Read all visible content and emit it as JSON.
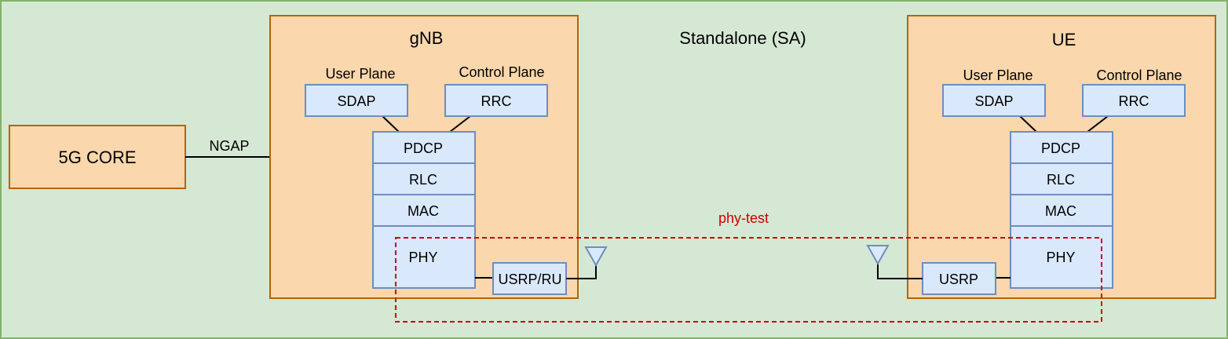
{
  "title": "Standalone (SA)",
  "colors": {
    "background": "#d5e8d4",
    "background_border": "#82b366",
    "node_fill": "#fad7ac",
    "node_border": "#b46504",
    "layer_fill": "#dae8fc",
    "layer_border": "#6c8ebf",
    "phy_test_color": "#cc0000"
  },
  "core": {
    "label": "5G CORE"
  },
  "ngap": {
    "label": "NGAP"
  },
  "gnb": {
    "title": "gNB",
    "user_plane": "User Plane",
    "control_plane": "Control Plane",
    "sdap": "SDAP",
    "rrc": "RRC",
    "pdcp": "PDCP",
    "rlc": "RLC",
    "mac": "MAC",
    "phy": "PHY",
    "radio": "USRP/RU",
    "antenna_icon": "antenna-icon"
  },
  "ue": {
    "title": "UE",
    "user_plane": "User Plane",
    "control_plane": "Control Plane",
    "sdap": "SDAP",
    "rrc": "RRC",
    "pdcp": "PDCP",
    "rlc": "RLC",
    "mac": "MAC",
    "phy": "PHY",
    "radio": "USRP",
    "antenna_icon": "antenna-icon"
  },
  "phy_test": {
    "label": "phy-test"
  }
}
